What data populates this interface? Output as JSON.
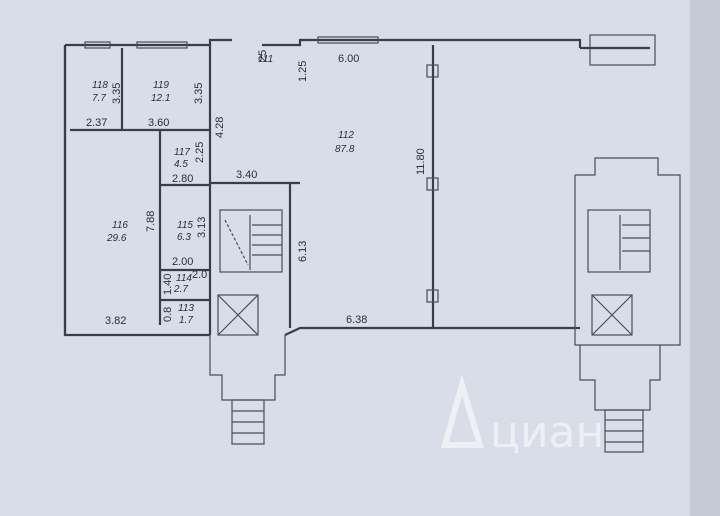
{
  "rooms": [
    {
      "id": "118",
      "area": "7.7"
    },
    {
      "id": "119",
      "area": "12.1"
    },
    {
      "id": "117",
      "area": "4.5"
    },
    {
      "id": "116",
      "area": "29.6"
    },
    {
      "id": "115",
      "area": "6.3"
    },
    {
      "id": "114",
      "area": "2.7"
    },
    {
      "id": "113",
      "area": "1.7"
    },
    {
      "id": "112",
      "area": "87.8"
    },
    {
      "id": "111",
      "area": ""
    }
  ],
  "dimensions": {
    "d_335a": "3.35",
    "d_335b": "3.35",
    "d_237": "2.37",
    "d_360": "3.60",
    "d_428": "4.28",
    "d_125": "1.25",
    "d_600": "6.00",
    "d_1180": "11.80",
    "d_340": "3.40",
    "d_225": "2.25",
    "d_280": "2.80",
    "d_788": "7.88",
    "d_313": "3.13",
    "d_613": "6.13",
    "d_200a": "2.00",
    "d_200b": "2.0",
    "d_140": "1.40",
    "d_382": "3.82",
    "d_080": "0.8",
    "d_638": "6.38",
    "d_25": "25"
  },
  "watermark": {
    "brand": "циан"
  }
}
